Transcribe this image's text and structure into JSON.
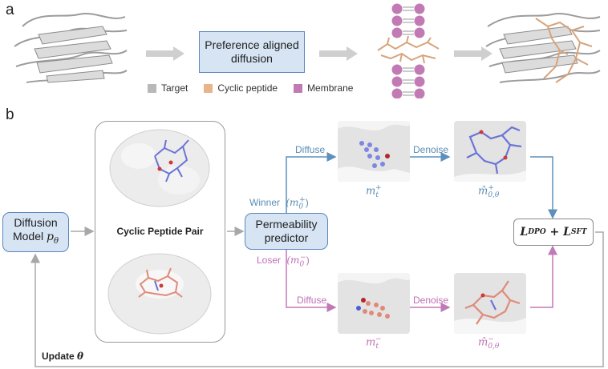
{
  "panel_a": {
    "letter": "a",
    "center_box": "Preference aligned diffusion",
    "legend": [
      {
        "label": "Target",
        "color": "#b8b8b8"
      },
      {
        "label": "Cyclic peptide",
        "color": "#e9b48a"
      },
      {
        "label": "Membrane",
        "color": "#c27ab5"
      }
    ]
  },
  "panel_b": {
    "letter": "b",
    "model_box_line1": "Diffusion",
    "model_box_line2": "Model",
    "model_symbol": "p",
    "model_subscript": "θ",
    "pair_title": "Cyclic Peptide Pair",
    "predictor_line1": "Permeability",
    "predictor_line2": "predictor",
    "winner_label": "Winner",
    "winner_math": "(m",
    "winner_sub": "0",
    "winner_sup": "+",
    "loser_label": "Loser",
    "loser_math": "(m",
    "loser_sub": "0",
    "loser_sup": "−",
    "diffuse_top": "Diffuse",
    "denoise_top": "Denoise",
    "diffuse_bottom": "Diffuse",
    "denoise_bottom": "Denoise",
    "mt_plus": "m",
    "mt_plus_sub": "t",
    "mt_plus_sup": "+",
    "mhat_plus": "m̂",
    "mhat_plus_sub": "0,θ",
    "mhat_plus_sup": "+",
    "mt_minus": "m",
    "mt_minus_sub": "t",
    "mt_minus_sup": "−",
    "mhat_minus": "m̂",
    "mhat_minus_sub": "0,θ",
    "mhat_minus_sup": "−",
    "loss_text": "L",
    "loss_sub1": "DPO",
    "loss_plus": " + L",
    "loss_sub2": "SFT",
    "update_label": "Update",
    "update_theta": "θ"
  },
  "colors": {
    "blue_arrow": "#5e90bb",
    "pink_arrow": "#c279b8",
    "gray_arrow": "#a8a8a8",
    "box_fill": "#d6e4f3",
    "box_border": "#5b87bd"
  }
}
